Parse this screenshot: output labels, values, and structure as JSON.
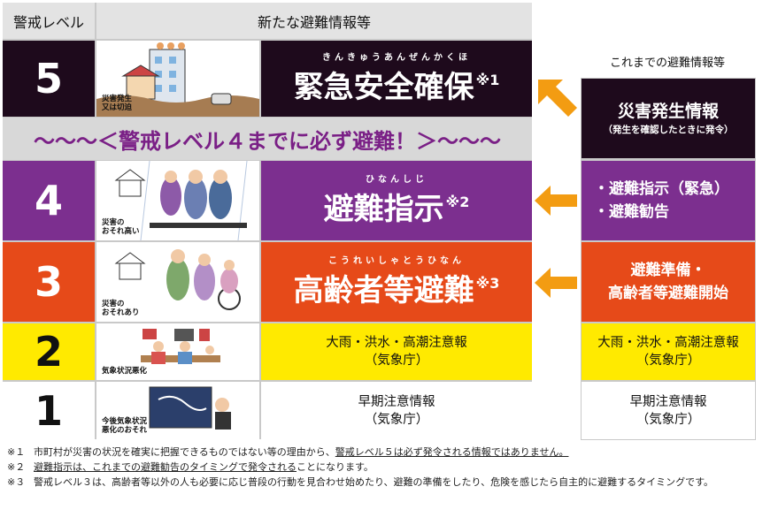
{
  "header": {
    "level_label": "警戒レベル",
    "new_info_label": "新たな避難情報等"
  },
  "levels": [
    {
      "number": "5",
      "caption_1": "災害発生",
      "caption_2": "又は切迫",
      "ruby": "きんきゅうあんぜんかくほ",
      "title": "緊急安全確保",
      "note_mark": "※1",
      "colors": {
        "num_bg": "#1e0a1c",
        "num_fg": "#ffffff",
        "main_bg": "#1e0a1c",
        "main_fg": "#ffffff"
      }
    },
    {
      "number": "4",
      "caption_1": "災害の",
      "caption_2": "おそれ高い",
      "ruby": "ひなんしじ",
      "title": "避難指示",
      "note_mark": "※2",
      "colors": {
        "num_bg": "#7c2f8f",
        "num_fg": "#ffffff",
        "main_bg": "#7c2f8f",
        "main_fg": "#ffffff"
      }
    },
    {
      "number": "3",
      "caption_1": "災害の",
      "caption_2": "おそれあり",
      "ruby": "こうれいしゃとうひなん",
      "title": "高齢者等避難",
      "note_mark": "※3",
      "colors": {
        "num_bg": "#e64a19",
        "num_fg": "#ffffff",
        "main_bg": "#e64a19",
        "main_fg": "#ffffff"
      }
    },
    {
      "number": "2",
      "caption_1": "気象状況悪化",
      "caption_2": "",
      "line_1": "大雨・洪水・高潮注意報",
      "line_2": "（気象庁）",
      "colors": {
        "num_bg": "#ffea00",
        "num_fg": "#111111",
        "main_bg": "#ffea00",
        "main_fg": "#111111"
      }
    },
    {
      "number": "1",
      "caption_1": "今後気象状況",
      "caption_2": "悪化のおそれ",
      "line_1": "早期注意情報",
      "line_2": "（気象庁）",
      "colors": {
        "num_bg": "#ffffff",
        "num_fg": "#111111",
        "main_bg": "#ffffff",
        "main_fg": "#111111"
      }
    }
  ],
  "banner": {
    "text": "〜〜〜＜警戒レベル４までに必ず避難！＞〜〜〜"
  },
  "previous": {
    "title": "これまでの避難情報等",
    "items": [
      {
        "line_1": "災害発生情報",
        "line_2": "（発生を確認したときに発令）"
      },
      {
        "line_1": "・避難指示（緊急）",
        "line_2": "・避難勧告"
      },
      {
        "line_1": "避難準備・",
        "line_2": "高齢者等避難開始"
      },
      {
        "line_1": "大雨・洪水・高潮注意報",
        "line_2": "（気象庁）"
      },
      {
        "line_1": "早期注意情報",
        "line_2": "（気象庁）"
      }
    ]
  },
  "notes": [
    {
      "mark": "※１",
      "text_a": "市町村が災害の状況を確実に把握できるものではない等の理由から、",
      "text_u": "警戒レベル５は必ず発令される情報ではありません。",
      "text_b": ""
    },
    {
      "mark": "※２",
      "text_a": "",
      "text_u": "避難指示は、これまでの避難勧告のタイミングで発令される",
      "text_b": "ことになります。"
    },
    {
      "mark": "※３",
      "text_a": "警戒レベル３は、高齢者等以外の人も必要に応じ普段の行動を見合わせ始めたり、避難の準備をしたり、危険を感じたら自主的に避難するタイミングです。",
      "text_u": "",
      "text_b": ""
    }
  ],
  "accent": {
    "arrow": "#f39c12",
    "banner_text": "#7a1f86"
  }
}
